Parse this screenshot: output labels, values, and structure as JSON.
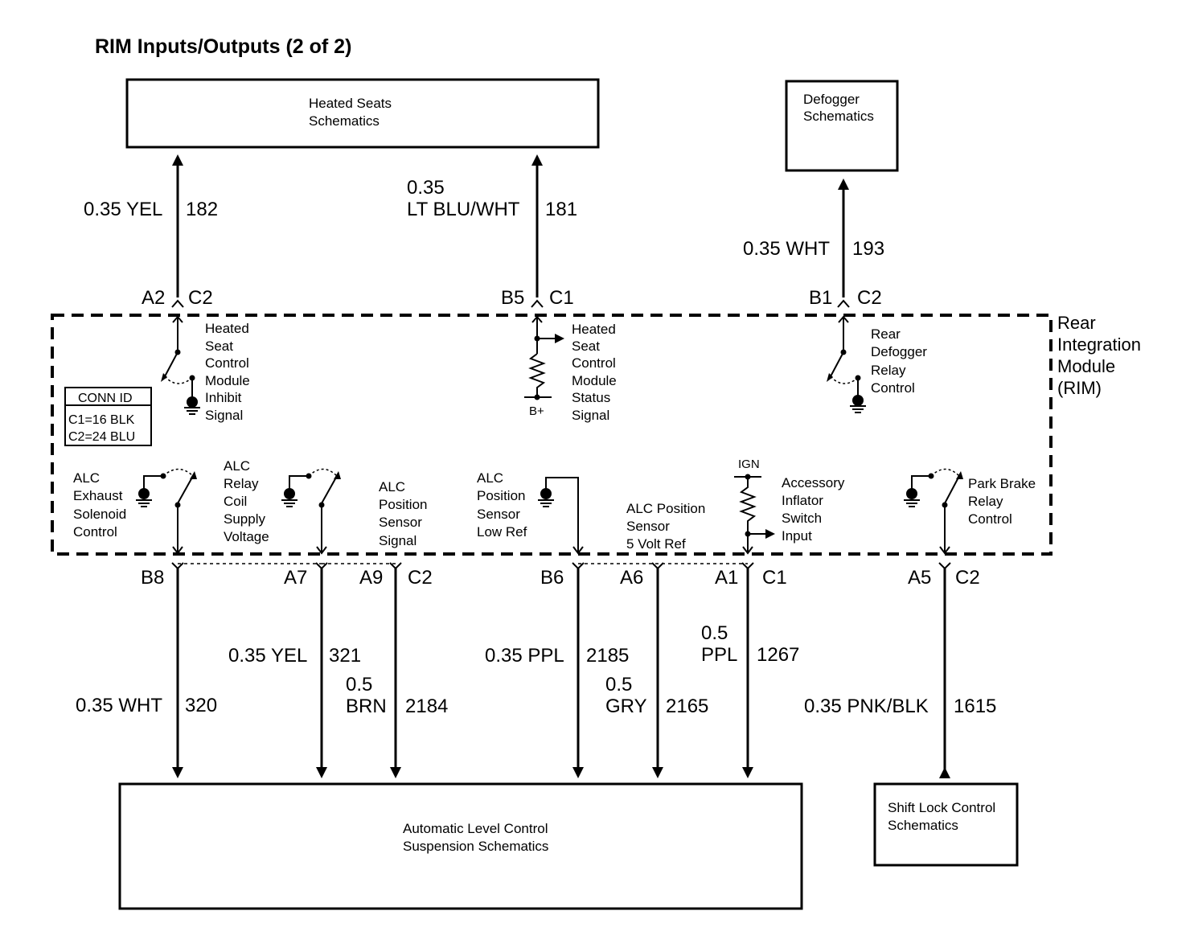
{
  "title": "RIM Inputs/Outputs (2 of 2)",
  "boxes": {
    "heated_seats": [
      "Heated Seats",
      "Schematics"
    ],
    "defogger": [
      "Defogger",
      "Schematics"
    ],
    "alc": [
      "Automatic Level Control",
      "Suspension Schematics"
    ],
    "shift_lock": [
      "Shift Lock Control",
      "Schematics"
    ]
  },
  "module": {
    "label": [
      "Rear",
      "Integration",
      "Module",
      "(RIM)"
    ],
    "conn_id": {
      "header": "CONN ID",
      "lines": [
        "C1=16 BLK",
        "C2=24 BLU"
      ]
    }
  },
  "top_wires": [
    {
      "gauge_color": "0.35 YEL",
      "circuit": "182",
      "pin": "A2",
      "connector": "C2"
    },
    {
      "gauge": "0.35",
      "color": "LT BLU/WHT",
      "circuit": "181",
      "pin": "B5",
      "connector": "C1"
    },
    {
      "gauge_color": "0.35 WHT",
      "circuit": "193",
      "pin": "B1",
      "connector": "C2"
    }
  ],
  "bottom_wires": [
    {
      "gauge_color": "0.35 WHT",
      "circuit": "320",
      "pin": "B8"
    },
    {
      "gauge_color": "0.35 YEL",
      "circuit": "321",
      "pin": "A7"
    },
    {
      "gauge": "0.5",
      "color": "BRN",
      "circuit": "2184",
      "pin": "A9",
      "connector": "C2"
    },
    {
      "gauge_color": "0.35 PPL",
      "circuit": "2185",
      "pin": "B6"
    },
    {
      "gauge": "0.5",
      "color": "GRY",
      "circuit": "2165",
      "pin": "A6"
    },
    {
      "gauge": "0.5",
      "color": "PPL",
      "circuit": "1267",
      "pin": "A1",
      "connector": "C1"
    },
    {
      "gauge_color": "0.35 PNK/BLK",
      "circuit": "1615",
      "pin": "A5",
      "connector": "C2"
    }
  ],
  "signals": {
    "heated_seat_inhibit": [
      "Heated",
      "Seat",
      "Control",
      "Module",
      "Inhibit",
      "Signal"
    ],
    "heated_seat_status": [
      "Heated",
      "Seat",
      "Control",
      "Module",
      "Status",
      "Signal"
    ],
    "b_plus": "B+",
    "rear_defogger": [
      "Rear",
      "Defogger",
      "Relay",
      "Control"
    ],
    "alc_exhaust": [
      "ALC",
      "Exhaust",
      "Solenoid",
      "Control"
    ],
    "alc_relay": [
      "ALC",
      "Relay",
      "Coil",
      "Supply",
      "Voltage"
    ],
    "alc_pos_signal": [
      "ALC",
      "Position",
      "Sensor",
      "Signal"
    ],
    "alc_pos_low": [
      "ALC",
      "Position",
      "Sensor",
      "Low Ref"
    ],
    "alc_pos_5v": [
      "ALC Position",
      "Sensor",
      "5 Volt Ref"
    ],
    "ign": "IGN",
    "accessory": [
      "Accessory",
      "Inflator",
      "Switch",
      "Input"
    ],
    "park_brake": [
      "Park Brake",
      "Relay",
      "Control"
    ]
  }
}
